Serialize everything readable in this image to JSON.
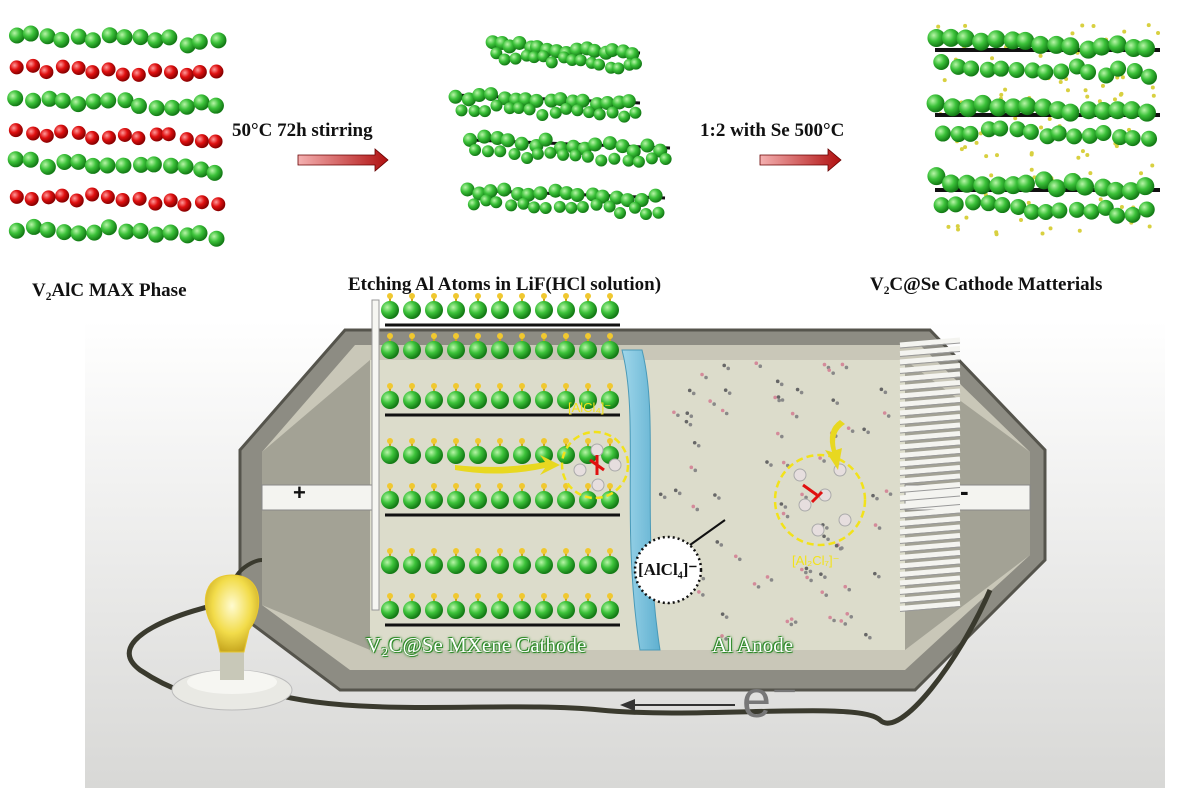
{
  "top": {
    "step1_label": "V₂AlC MAX Phase",
    "arrow1_label": "50°C  72h stirring",
    "step2_label": "Etching  Al  Atoms in LiF(HCl solution)",
    "arrow2_label": "1:2 with Se 500°C",
    "step3_label": "V₂C@Se Cathode Matterials"
  },
  "battery": {
    "positive": "+",
    "negative": "-",
    "ion_cathode": "[AlCl₄]⁻",
    "ion_anode": "[Al₂Cl₇]⁻",
    "ion_electrolyte": "[AlCl₄]⁻",
    "cathode_label": "V₂C@Se MXene Cathode",
    "anode_label": "Al Anode",
    "electron_label": "e⁻"
  },
  "colors": {
    "green": "#3cc23a",
    "red": "#e01010",
    "se_yellow": "#d8d040",
    "arrow_red": "#c01818"
  }
}
